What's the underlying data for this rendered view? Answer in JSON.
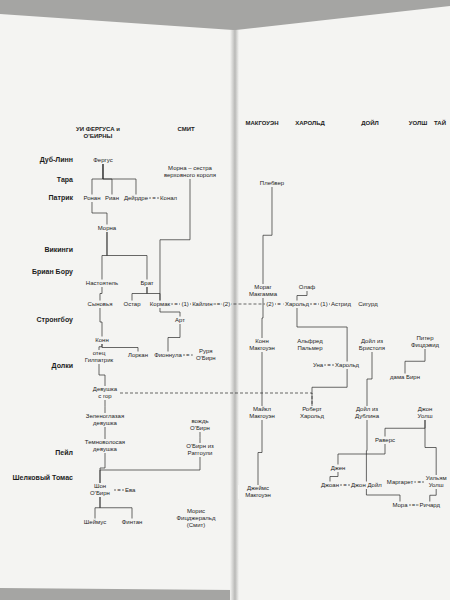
{
  "diagram": {
    "nodes": [
      {
        "text": [
          "Фергус"
        ]
      },
      {
        "text": [
          "Морна – сестра верховного короля"
        ]
      },
      {
        "text": [
          "Ронан"
        ]
      },
      {
        "text": [
          "Риан"
        ]
      },
      {
        "text": [
          "Дейрдре"
        ]
      },
      {
        "text": [
          "Конал"
        ]
      },
      {
        "text": [
          "Морна"
        ]
      },
      {
        "text": [
          "Настоятель"
        ]
      },
      {
        "text": [
          "Брат"
        ]
      },
      {
        "text": [
          "Сыновья"
        ]
      },
      {
        "text": [
          "Остар"
        ]
      },
      {
        "text": [
          "Кормак"
        ]
      },
      {
        "text": [
          "Кайлин"
        ]
      },
      {
        "text": [
          "Арт"
        ]
      },
      {
        "text": [
          "Конн"
        ]
      },
      {
        "text": [
          "отец Гилпатрик"
        ]
      },
      {
        "text": [
          "Лоркан"
        ]
      },
      {
        "text": [
          "Фионнула"
        ]
      },
      {
        "text": [
          "Руря О'Бирн"
        ]
      },
      {
        "text": [
          "Девушка с гор"
        ]
      },
      {
        "text": [
          "Зеленоглазая девушка"
        ]
      },
      {
        "text": [
          "вождь О'Бирн"
        ]
      },
      {
        "text": [
          "Темноволосая девушка"
        ]
      },
      {
        "text": [
          "О'Бирн из Ратгоули"
        ]
      },
      {
        "text": [
          "Шон О'Бирн"
        ]
      },
      {
        "text": [
          "Ева"
        ]
      },
      {
        "text": [
          "Шеймус"
        ]
      },
      {
        "text": [
          "Финтан"
        ]
      },
      {
        "text": [
          "Морис Фицджеральд (Смит)"
        ]
      },
      {
        "text": [
          "Плебвер"
        ]
      },
      {
        "text": [
          "Мораг Макгамма"
        ]
      },
      {
        "text": [
          "Олаф"
        ]
      },
      {
        "text": [
          "Харольд"
        ]
      },
      {
        "text": [
          "Астрид"
        ]
      },
      {
        "text": [
          "Сигурд"
        ]
      },
      {
        "text": [
          "Конн Макгоуэн"
        ]
      },
      {
        "text": [
          "Альфред Пальмер"
        ]
      },
      {
        "text": [
          "Дойл из Бристоля"
        ]
      },
      {
        "text": [
          "Питер Фицдэвид"
        ]
      },
      {
        "text": [
          "Уна"
        ]
      },
      {
        "text": [
          "Харольд"
        ]
      },
      {
        "text": [
          "дама Бирн"
        ]
      },
      {
        "text": [
          "Майкл Макгоуэн"
        ]
      },
      {
        "text": [
          "Роберт Харольд"
        ]
      },
      {
        "text": [
          "Дойл из Дублина"
        ]
      },
      {
        "text": [
          "Джон Уолш"
        ]
      },
      {
        "text": [
          "Раверс"
        ]
      },
      {
        "text": [
          "Джен"
        ]
      },
      {
        "text": [
          "Джоан"
        ]
      },
      {
        "text": [
          "Джон Дойл"
        ]
      },
      {
        "text": [
          "Маргарет"
        ]
      },
      {
        "text": [
          "Уильям Уолш"
        ]
      },
      {
        "text": [
          "Джеймс Макгоуэн"
        ]
      },
      {
        "text": [
          "Мора"
        ]
      },
      {
        "text": [
          "Ричард"
        ]
      }
    ],
    "edges": [
      {
        "from": 0,
        "to": 2,
        "arrow": "none"
      },
      {
        "from": 0,
        "to": 3,
        "arrow": "none"
      },
      {
        "from": 0,
        "to": 4,
        "arrow": "none"
      },
      {
        "from": 4,
        "to": 5,
        "arrow": "none",
        "label": "="
      },
      {
        "from": 2,
        "to": 6,
        "arrow": "none"
      },
      {
        "from": 1,
        "to": 11,
        "arrow": "none"
      },
      {
        "from": 6,
        "to": 7,
        "arrow": "none"
      },
      {
        "from": 6,
        "to": 8,
        "arrow": "none"
      },
      {
        "from": 7,
        "to": 9,
        "arrow": "none"
      },
      {
        "from": 8,
        "to": 10,
        "arrow": "none"
      },
      {
        "from": 8,
        "to": 11,
        "arrow": "none"
      },
      {
        "from": 11,
        "to": 12,
        "arrow": "none",
        "label": "="
      },
      {
        "from": 11,
        "to": 13,
        "arrow": "none"
      },
      {
        "from": 9,
        "to": 14,
        "arrow": "none"
      },
      {
        "from": 14,
        "to": 15,
        "arrow": "none"
      },
      {
        "from": 14,
        "to": 16,
        "arrow": "none"
      },
      {
        "from": 13,
        "to": 17,
        "arrow": "none"
      },
      {
        "from": 17,
        "to": 18,
        "arrow": "none",
        "label": "="
      },
      {
        "from": 15,
        "to": 19,
        "arrow": "none"
      },
      {
        "from": 19,
        "to": 20,
        "arrow": "none"
      },
      {
        "from": 20,
        "to": 22,
        "arrow": "none"
      },
      {
        "from": 22,
        "to": 24,
        "arrow": "none"
      },
      {
        "from": 21,
        "to": 23,
        "arrow": "none"
      },
      {
        "from": 23,
        "to": 24,
        "arrow": "none"
      },
      {
        "from": 24,
        "to": 25,
        "arrow": "none",
        "label": "="
      },
      {
        "from": 24,
        "to": 26,
        "arrow": "none"
      },
      {
        "from": 24,
        "to": 27,
        "arrow": "none"
      },
      {
        "from": 12,
        "to": 32,
        "arrow": "none",
        "label": "="
      },
      {
        "from": 19,
        "to": 43,
        "arrow": "none"
      },
      {
        "from": 29,
        "to": 30,
        "arrow": "none"
      },
      {
        "from": 30,
        "to": 35,
        "arrow": "none"
      },
      {
        "from": 35,
        "to": 42,
        "arrow": "none"
      },
      {
        "from": 42,
        "to": 52,
        "arrow": "none"
      },
      {
        "from": 31,
        "to": 32,
        "arrow": "none"
      },
      {
        "from": 32,
        "to": 33,
        "arrow": "none",
        "label": "="
      },
      {
        "from": 32,
        "to": 40,
        "arrow": "none"
      },
      {
        "from": 39,
        "to": 40,
        "arrow": "none",
        "label": "="
      },
      {
        "from": 40,
        "to": 43,
        "arrow": "none"
      },
      {
        "from": 37,
        "to": 44,
        "arrow": "none"
      },
      {
        "from": 38,
        "to": 41,
        "arrow": "none"
      },
      {
        "from": 45,
        "to": 46,
        "arrow": "none"
      },
      {
        "from": 44,
        "to": 49,
        "arrow": "none"
      },
      {
        "from": 46,
        "to": 47,
        "arrow": "none"
      },
      {
        "from": 47,
        "to": 48,
        "arrow": "none"
      },
      {
        "from": 48,
        "to": 49,
        "arrow": "none",
        "label": "="
      },
      {
        "from": 45,
        "to": 51,
        "arrow": "none"
      },
      {
        "from": 50,
        "to": 51,
        "arrow": "none",
        "label": "="
      },
      {
        "from": 51,
        "to": 54,
        "arrow": "none"
      },
      {
        "from": 49,
        "to": 53,
        "arrow": "none"
      },
      {
        "from": 53,
        "to": 54,
        "arrow": "none",
        "label": "="
      }
    ],
    "labels": [
      "УИ ФЕРГУСА и О'БИРНЫ",
      "СМИТ",
      "МАКГОУЭН",
      "ХАРОЛЬД",
      "ДОЙЛ",
      "УОЛШ",
      "ТАЙ",
      "Дуб-Линн",
      "Тара",
      "Патрик",
      "Викинги",
      "Бриан Бору",
      "Стронгбоу",
      "Долки",
      "Пейл",
      "Шелковый Томас",
      "(1)",
      "(2)",
      "(2)",
      "=",
      "(1)"
    ]
  }
}
